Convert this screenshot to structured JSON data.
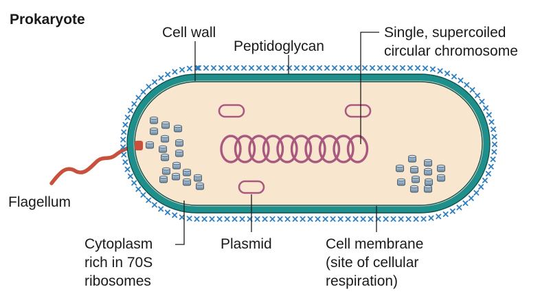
{
  "title": "Prokaryote",
  "labels": {
    "cell_wall": "Cell wall",
    "peptidoglycan": "Peptidoglycan",
    "chromosome": [
      "Single, supercoiled",
      "circular chromosome"
    ],
    "flagellum": "Flagellum",
    "cytoplasm": [
      "Cytoplasm",
      "rich in 70S",
      "ribosomes"
    ],
    "plasmid": "Plasmid",
    "cell_membrane": [
      "Cell membrane",
      "(site of cellular",
      "respiration)"
    ]
  },
  "colors": {
    "cytoplasm": "#f9e6cf",
    "membrane": "#1f8f8c",
    "peptidoglycan": "#2d7fc1",
    "chromosome": "#a9587f",
    "flagellum": "#c9503c",
    "ribosome": "#8aa4b8"
  }
}
